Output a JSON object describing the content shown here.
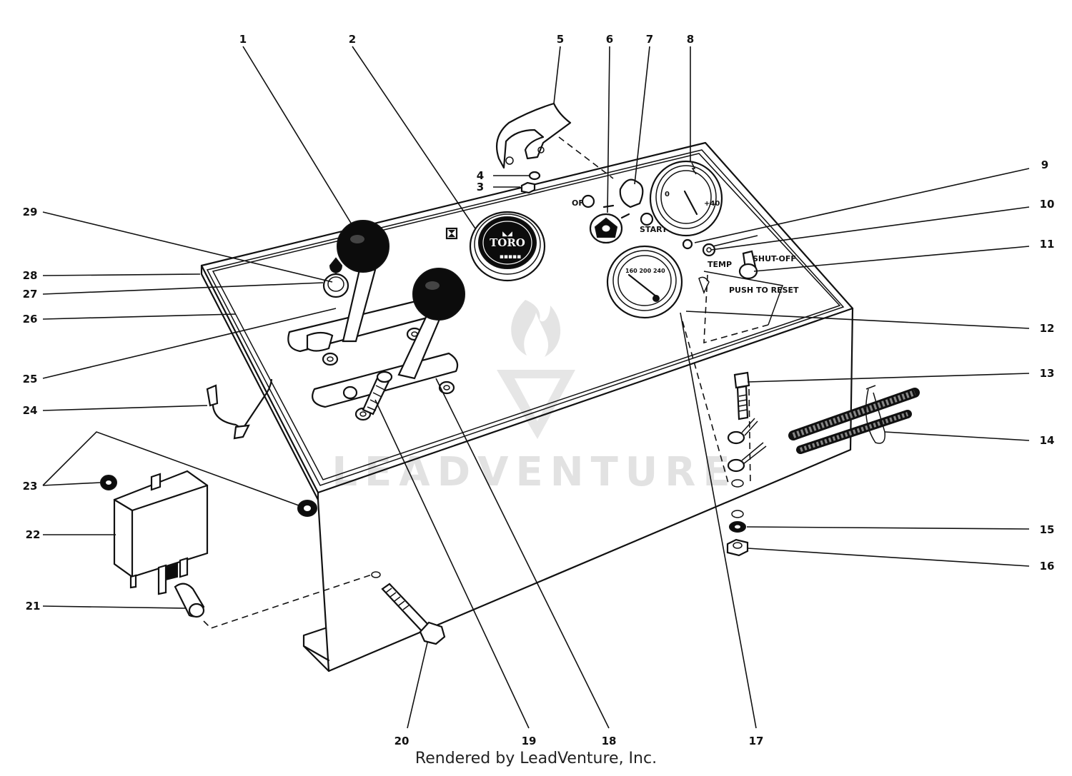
{
  "footer": "Rendered by LeadVenture, Inc.",
  "watermark": "LEADVENTURE",
  "panel_labels": {
    "off": "OFF",
    "start": "START",
    "temp": "TEMP",
    "shut_off": "SHUT-OFF",
    "push_to_reset": "PUSH TO RESET",
    "meter_brand": "TORO"
  },
  "callouts": [
    "1",
    "2",
    "3",
    "4",
    "5",
    "6",
    "7",
    "8",
    "9",
    "10",
    "11",
    "12",
    "13",
    "14",
    "15",
    "16",
    "17",
    "18",
    "19",
    "20",
    "21",
    "22",
    "23",
    "24",
    "25",
    "26",
    "27",
    "28",
    "29"
  ]
}
